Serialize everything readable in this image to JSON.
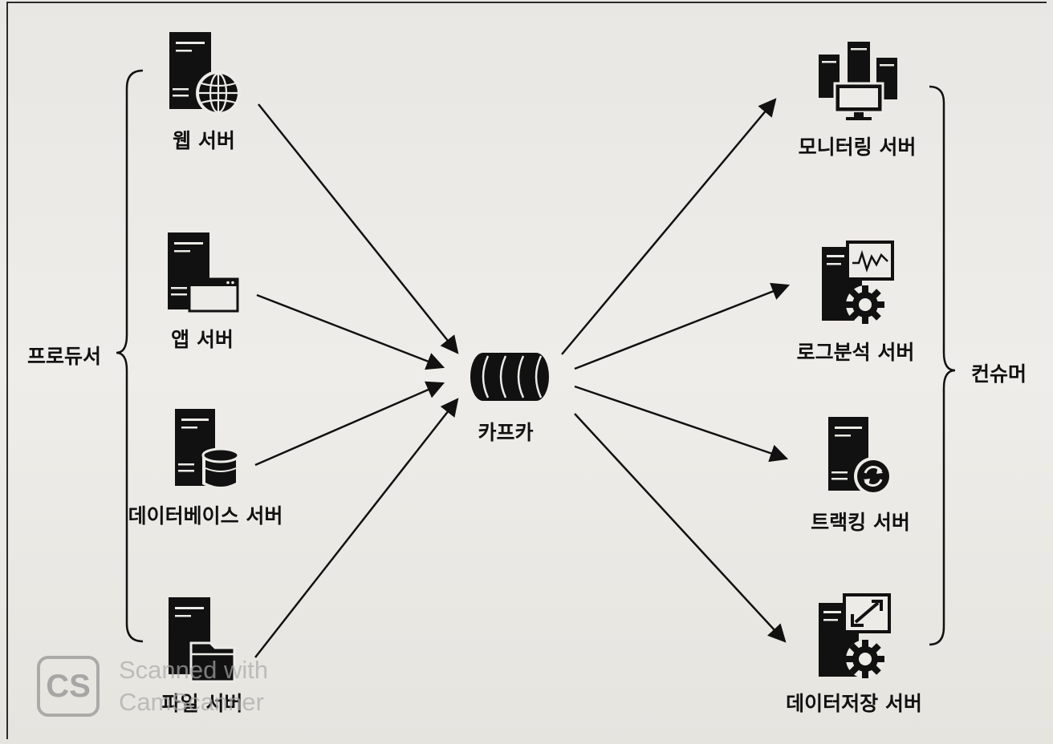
{
  "producers_label": "프로듀서",
  "consumers_label": "컨슈머",
  "broker": {
    "label": "카프카",
    "icon": "kafka-cluster-icon"
  },
  "producers": [
    {
      "label": "웹 서버",
      "icon": "web-server-icon"
    },
    {
      "label": "앱 서버",
      "icon": "app-server-icon"
    },
    {
      "label": "데이터베이스 서버",
      "icon": "database-server-icon"
    },
    {
      "label": "파일 서버",
      "icon": "file-server-icon"
    }
  ],
  "consumers": [
    {
      "label": "모니터링 서버",
      "icon": "monitoring-server-icon"
    },
    {
      "label": "로그분석 서버",
      "icon": "log-analysis-server-icon"
    },
    {
      "label": "트랙킹 서버",
      "icon": "tracking-server-icon"
    },
    {
      "label": "데이터저장 서버",
      "icon": "data-storage-server-icon"
    }
  ],
  "watermark": {
    "badge": "CS",
    "line1": "Scanned with",
    "line2": "CamScanner"
  },
  "colors": {
    "ink": "#111111",
    "paper": "#ecebe7"
  }
}
